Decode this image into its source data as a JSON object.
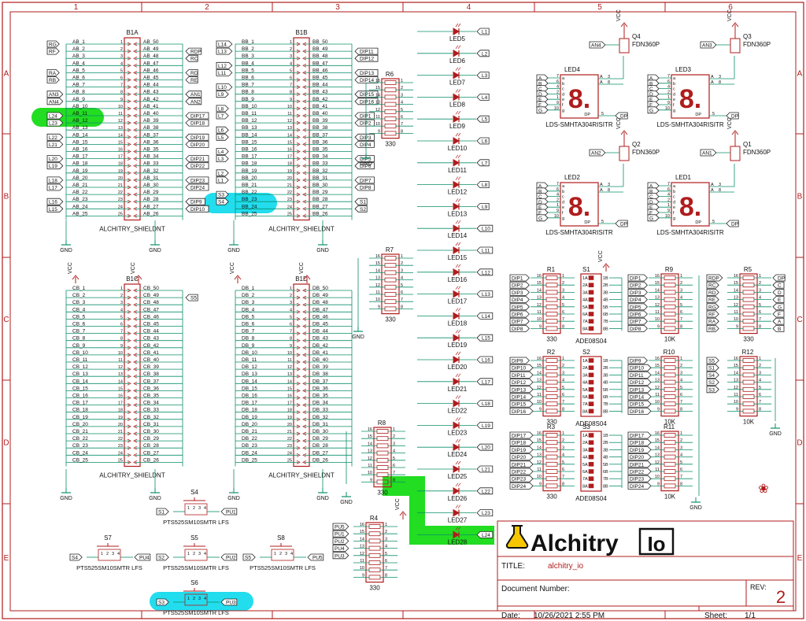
{
  "frame": {
    "columns": [
      "1",
      "2",
      "3",
      "4",
      "5",
      "6"
    ],
    "rows": [
      "A",
      "B",
      "C",
      "D",
      "E"
    ]
  },
  "headers": {
    "b1a": {
      "ref": "B1A",
      "part": "ALCHITRY_SHIELDNT"
    },
    "b1b": {
      "ref": "B1B",
      "part": "ALCHITRY_SHIELDNT"
    },
    "b1c": {
      "ref": "B1C",
      "part": "ALCHITRY_SHIELDNT"
    },
    "b1d": {
      "ref": "B1D",
      "part": "ALCHITRY_SHIELDNT"
    }
  },
  "b1a_left_pins": [
    "AB_1",
    "AB_2",
    "AB_3",
    "AB_4",
    "AB_5",
    "AB_6",
    "AB_7",
    "AB_8",
    "AB_9",
    "AB_10",
    "AB_11",
    "AB_12",
    "AB_13",
    "AB_14",
    "AB_15",
    "AB_16",
    "AB_17",
    "AB_18",
    "AB_19",
    "AB_20",
    "AB_21",
    "AB_22",
    "AB_23",
    "AB_24",
    "AB_25"
  ],
  "b1a_right_pins": [
    "AB_50",
    "AB_49",
    "AB_48",
    "AB_47",
    "AB_46",
    "AB_45",
    "AB_44",
    "AB_43",
    "AB_42",
    "AB_41",
    "AB_40",
    "AB_39",
    "AB_38",
    "AB_37",
    "AB_36",
    "AB_35",
    "AB_34",
    "AB_33",
    "AB_32",
    "AB_31",
    "AB_30",
    "AB_29",
    "AB_28",
    "AB_27",
    "AB_26"
  ],
  "b1a_left_nets": [
    "RG",
    "RF",
    "",
    "",
    "RA",
    "RB",
    "",
    "AN3",
    "AN4",
    "",
    "L24",
    "L23",
    "",
    "L22",
    "L21",
    "",
    "L20",
    "L19",
    "",
    "L18",
    "L17",
    "",
    "L16",
    "L15",
    ""
  ],
  "b1a_right_nets": [
    "",
    "RDP",
    "RC",
    "",
    "RD",
    "RE",
    "",
    "AN1",
    "AN2",
    "",
    "DIP17",
    "DIP18",
    "",
    "DIP19",
    "DIP20",
    "",
    "DIP21",
    "DIP22",
    "",
    "DIP23",
    "DIP24",
    "",
    "DIP9",
    "DIP10",
    ""
  ],
  "b1b_left_pins": [
    "BB_1",
    "BB_2",
    "BB_3",
    "BB_4",
    "BB_5",
    "BB_6",
    "BB_7",
    "BB_8",
    "BB_9",
    "BB_10",
    "BB_11",
    "BB_12",
    "BB_13",
    "BB_14",
    "BB_15",
    "BB_16",
    "BB_17",
    "BB_18",
    "BB_19",
    "BB_20",
    "BB_21",
    "BB_22",
    "BB_23",
    "BB_24",
    "BB_25"
  ],
  "b1b_right_pins": [
    "BB_50",
    "BB_49",
    "BB_48",
    "BB_47",
    "BB_46",
    "BB_45",
    "BB_44",
    "BB_43",
    "BB_42",
    "BB_41",
    "BB_40",
    "BB_39",
    "BB_38",
    "BB_37",
    "BB_36",
    "BB_35",
    "BB_34",
    "BB_33",
    "BB_32",
    "BB_31",
    "BB_30",
    "BB_29",
    "BB_28",
    "BB_27",
    "BB_26"
  ],
  "b1b_left_nets": [
    "L14",
    "L13",
    "",
    "L12",
    "L11",
    "",
    "L10",
    "L9",
    "",
    "L8",
    "L7",
    "",
    "L6",
    "L5",
    "",
    "L4",
    "L3",
    "",
    "L2",
    "L1",
    "",
    "S3",
    "S4",
    "",
    ""
  ],
  "b1b_right_nets": [
    "",
    "DIP11",
    "DIP12",
    "",
    "DIP13",
    "DIP14",
    "",
    "DIP15",
    "DIP16",
    "",
    "DIP1",
    "DIP2",
    "",
    "DIP3",
    "DIP4",
    "",
    "DIP5",
    "DIP6",
    "",
    "DIP7",
    "DIP8",
    "",
    "S1",
    "S2",
    ""
  ],
  "b1c_left_pins": [
    "CB_1",
    "CB_2",
    "CB_3",
    "CB_4",
    "CB_5",
    "CB_6",
    "CB_7",
    "CB_8",
    "CB_9",
    "CB_10",
    "CB_11",
    "CB_12",
    "CB_13",
    "CB_14",
    "CB_15",
    "CB_16",
    "CB_17",
    "CB_18",
    "CB_19",
    "CB_20",
    "CB_21",
    "CB_22",
    "CB_23",
    "CB_24",
    "CB_25"
  ],
  "b1c_right_pins": [
    "CB_50",
    "CB_49",
    "CB_48",
    "CB_47",
    "CB_46",
    "CB_45",
    "CB_44",
    "CB_43",
    "CB_42",
    "CB_41",
    "CB_40",
    "CB_39",
    "CB_38",
    "CB_37",
    "CB_36",
    "CB_35",
    "CB_34",
    "CB_33",
    "CB_32",
    "CB_31",
    "CB_30",
    "CB_29",
    "CB_28",
    "CB_27",
    "CB_26"
  ],
  "b1c_right_net": "S5",
  "b1d_left_pins": [
    "DB_1",
    "DB_2",
    "DB_3",
    "DB_4",
    "DB_5",
    "DB_6",
    "DB_7",
    "DB_8",
    "DB_9",
    "DB_10",
    "DB_11",
    "DB_12",
    "DB_13",
    "DB_14",
    "DB_15",
    "DB_16",
    "DB_17",
    "DB_18",
    "DB_19",
    "DB_20",
    "DB_21",
    "DB_22",
    "DB_23",
    "DB_24",
    "DB_25"
  ],
  "b1d_right_pins": [
    "DB_50",
    "DB_49",
    "DB_48",
    "DB_47",
    "DB_46",
    "DB_45",
    "DB_44",
    "DB_43",
    "DB_42",
    "DB_41",
    "DB_40",
    "DB_39",
    "DB_38",
    "DB_37",
    "DB_36",
    "DB_35",
    "DB_34",
    "DB_33",
    "DB_32",
    "DB_31",
    "DB_30",
    "DB_29",
    "DB_28",
    "DB_27",
    "DB_26"
  ],
  "left_numbers": [
    "1",
    "2",
    "3",
    "4",
    "5",
    "6",
    "7",
    "8",
    "9",
    "10",
    "11",
    "12",
    "13",
    "14",
    "15",
    "16",
    "17",
    "18",
    "19",
    "20",
    "21",
    "22",
    "23",
    "24",
    "25"
  ],
  "right_numbers": [
    "50",
    "49",
    "48",
    "47",
    "46",
    "45",
    "44",
    "43",
    "42",
    "41",
    "40",
    "39",
    "38",
    "37",
    "36",
    "35",
    "34",
    "33",
    "32",
    "31",
    "30",
    "29",
    "28",
    "27",
    "26"
  ],
  "power": {
    "gnd": "GND",
    "vcc": "VCC"
  },
  "leds": {
    "refs": [
      "LED5",
      "LED6",
      "LED7",
      "LED8",
      "LED9",
      "LED10",
      "LED11",
      "LED12",
      "LED13",
      "LED14",
      "LED15",
      "LED16",
      "LED17",
      "LED18",
      "LED19",
      "LED20",
      "LED21",
      "LED22",
      "LED23",
      "LED24",
      "LED25",
      "LED26",
      "LED27",
      "LED28"
    ],
    "nets": [
      "L1",
      "L2",
      "L3",
      "L4",
      "L5",
      "L6",
      "L7",
      "L8",
      "L9",
      "L10",
      "L11",
      "L12",
      "L13",
      "L14",
      "L15",
      "L16",
      "L17",
      "L18",
      "L19",
      "L20",
      "L21",
      "L22",
      "L23",
      "L24"
    ]
  },
  "led_arrays": [
    {
      "ref": "R6",
      "value": "330"
    },
    {
      "ref": "R7",
      "value": "330"
    },
    {
      "ref": "R8",
      "value": "330"
    },
    {
      "ref": "R4",
      "value": "330"
    }
  ],
  "array_pins_left": [
    "16",
    "15",
    "14",
    "13",
    "12",
    "11",
    "10",
    "9"
  ],
  "array_pins_right": [
    "1",
    "2",
    "3",
    "4",
    "5",
    "6",
    "7",
    "8"
  ],
  "displays": [
    {
      "ref": "LED4",
      "part": "LDS-SMHTA304RISITR",
      "q": "Q4",
      "qpart": "FDN360P",
      "an": "AN4"
    },
    {
      "ref": "LED3",
      "part": "LDS-SMHTA304RISITR",
      "q": "Q3",
      "qpart": "FDN360P",
      "an": "AN3"
    },
    {
      "ref": "LED2",
      "part": "LDS-SMHTA304RISITR",
      "q": "Q2",
      "qpart": "FDN360P",
      "an": "AN2"
    },
    {
      "ref": "LED1",
      "part": "LDS-SMHTA304RISITR",
      "q": "Q1",
      "qpart": "FDN360P",
      "an": "AN1"
    }
  ],
  "seg_nets": [
    "A",
    "B",
    "C",
    "D",
    "E",
    "F",
    "G",
    "DP"
  ],
  "seg_pin_nums": [
    "7",
    "6",
    "4",
    "2",
    "1",
    "9",
    "10",
    "5"
  ],
  "seg_pin_names": [
    "a",
    "b",
    "c",
    "d",
    "e",
    "f",
    "g",
    "DP"
  ],
  "seg_anode_pins": [
    "3",
    "8"
  ],
  "seg_digit": "8.",
  "seg_anode": "A",
  "dip_groups": [
    {
      "r": "R1",
      "rv": "330",
      "s": "S1",
      "sv": "ADE08S04",
      "r10": "R9",
      "r10v": "10K",
      "nets": [
        "DIP1",
        "DIP2",
        "DIP3",
        "DIP4",
        "DIP5",
        "DIP6",
        "DIP7",
        "DIP8"
      ]
    },
    {
      "r": "R2",
      "rv": "330",
      "s": "S2",
      "sv": "ADE08S04",
      "r10": "R10",
      "r10v": "10K",
      "nets": [
        "DIP9",
        "DIP10",
        "DIP11",
        "DIP12",
        "DIP13",
        "DIP14",
        "DIP15",
        "DIP16"
      ]
    },
    {
      "r": "R3",
      "rv": "330",
      "s": "S3",
      "sv": "ADE08S04",
      "r10": "R11",
      "r10v": "10K",
      "nets": [
        "DIP17",
        "DIP18",
        "DIP19",
        "DIP20",
        "DIP21",
        "DIP22",
        "DIP23",
        "DIP24"
      ]
    }
  ],
  "switch_pins_left": [
    "1A",
    "2A",
    "3A",
    "4A",
    "5A",
    "6A",
    "7A",
    "8A"
  ],
  "switch_pins_right": [
    "1B",
    "2B",
    "3B",
    "4B",
    "5B",
    "6B",
    "7B",
    "8B"
  ],
  "r5": {
    "ref": "R5",
    "value": "330",
    "left": [
      "RDP",
      "RC",
      "RD",
      "RE",
      "RG",
      "RF",
      "RA",
      "RB"
    ],
    "right": [
      "DP",
      "C",
      "D",
      "E",
      "G",
      "F",
      "A",
      "B"
    ]
  },
  "r12": {
    "ref": "R12",
    "value": "10K",
    "nets": [
      "S5",
      "S1",
      "S4",
      "S2",
      "S3"
    ]
  },
  "buttons": [
    {
      "ref": "S4",
      "part": "PTS525SM10SMTR LFS",
      "in": "S1",
      "out": "PU1"
    },
    {
      "ref": "S5",
      "part": "PTS525SM10SMTR LFS",
      "in": "S2",
      "out": "PU2"
    },
    {
      "ref": "S7",
      "part": "PTS525SM10SMTR LFS",
      "in": "S4",
      "out": "PU4"
    },
    {
      "ref": "S8",
      "part": "PTS525SM10SMTR LFS",
      "in": "S5",
      "out": "PU5"
    },
    {
      "ref": "S6",
      "part": "PTS525SM10SMTR LFS",
      "in": "S3",
      "out": "PU3"
    }
  ],
  "button_pins": [
    "1",
    "2",
    "3",
    "4"
  ],
  "r4_nets": [
    "PU5",
    "PU1",
    "PU2",
    "PU4",
    "PU3"
  ],
  "title_block": {
    "brand": "Alchitry",
    "brand_suffix": "Io",
    "title_label": "TITLE:",
    "title": "alchitry_io",
    "docnum_label": "Document Number:",
    "rev_label": "REV:",
    "rev": "2",
    "date_label": "Date:",
    "date": "10/26/2021 2:55 PM",
    "sheet_label": "Sheet:",
    "sheet": "1/1"
  },
  "highlight_colors": {
    "green": "#22dd22",
    "cyan": "#22ddee"
  },
  "colors": {
    "frame": "#b01c1c",
    "wire": "#0b8f6a",
    "part": "#b01c1c",
    "text": "#111111"
  }
}
